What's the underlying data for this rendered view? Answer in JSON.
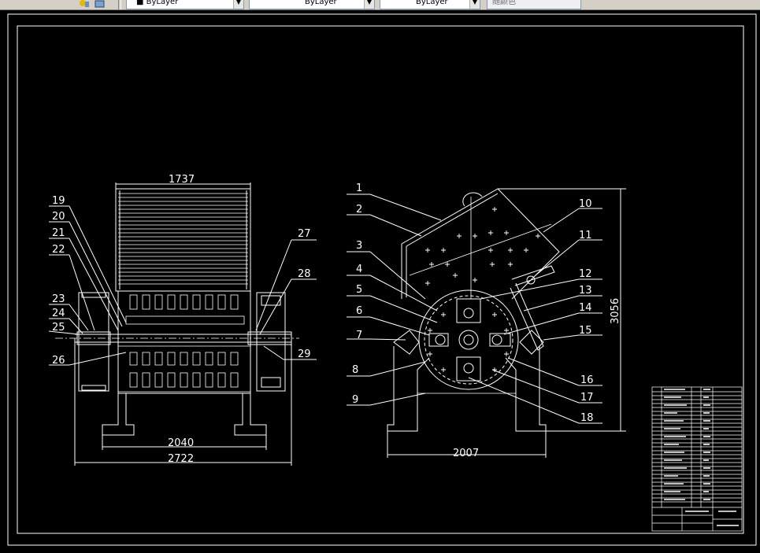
{
  "toolbar": {
    "linetype_value": "ByLayer",
    "lineweight_value": "ByLayer",
    "plotstyle_value": "ByLayer",
    "color_value": "随颜色"
  },
  "drawing": {
    "front_view": {
      "dim_top": "1737",
      "dim_base_inner": "2040",
      "dim_base_outer": "2722",
      "callouts": [
        "19",
        "20",
        "21",
        "22",
        "23",
        "24",
        "25",
        "26",
        "27",
        "28",
        "29"
      ]
    },
    "side_view": {
      "dim_base": "2007",
      "dim_height": "3056",
      "callouts_left": [
        "1",
        "2",
        "3",
        "4",
        "5",
        "6",
        "7",
        "8",
        "9"
      ],
      "callouts_right": [
        "10",
        "11",
        "12",
        "13",
        "14",
        "15",
        "16",
        "17",
        "18"
      ]
    }
  },
  "colors": {
    "background": "#000000",
    "lines": "#ffffff",
    "toolbar": "#d4d0c8"
  }
}
